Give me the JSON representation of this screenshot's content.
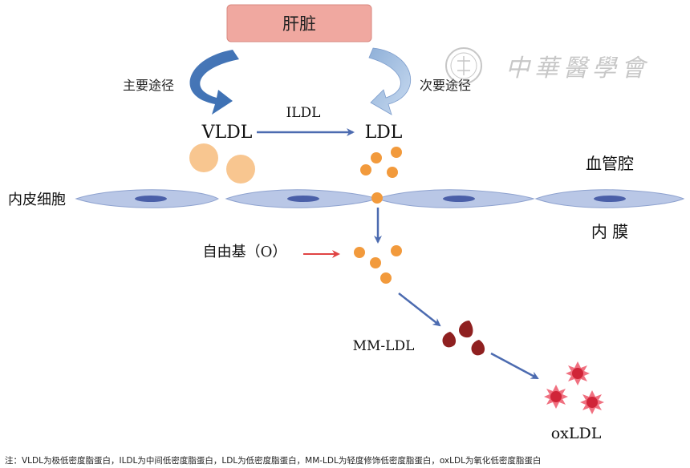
{
  "diagram": {
    "liver": "肝脏",
    "main_pathway": "主要途径",
    "secondary_pathway": "次要途径",
    "vldl": "VLDL",
    "ildl": "ILDL",
    "ldl": "LDL",
    "lumen": "血管腔",
    "endothelium": "内皮细胞",
    "intima": "内 膜",
    "free_radical": "自由基（O）",
    "mm_ldl": "MM-LDL",
    "oxldl": "oxLDL",
    "watermark": "中華醫學會"
  },
  "note": "注：VLDL为极低密度脂蛋白，ILDL为中间低密度脂蛋白，LDL为低密度脂蛋白，MM-LDL为轻度修饰低密度脂蛋白，oxLDL为氧化低密度脂蛋白",
  "colors": {
    "liver_fill": "#f0a8a0",
    "vldl_particle": "#f8c690",
    "ldl_particle": "#f29a3c",
    "mm_ldl_particle": "#8f2020",
    "oxldl_particle": "#e03448",
    "cell_fill": "#b9c7e6",
    "nucleus": "#4a5fa8",
    "arrow_blue": "#4c6bb0",
    "arrow_red": "#e04444"
  },
  "icons": {
    "watermark_seal": "seal-icon"
  }
}
